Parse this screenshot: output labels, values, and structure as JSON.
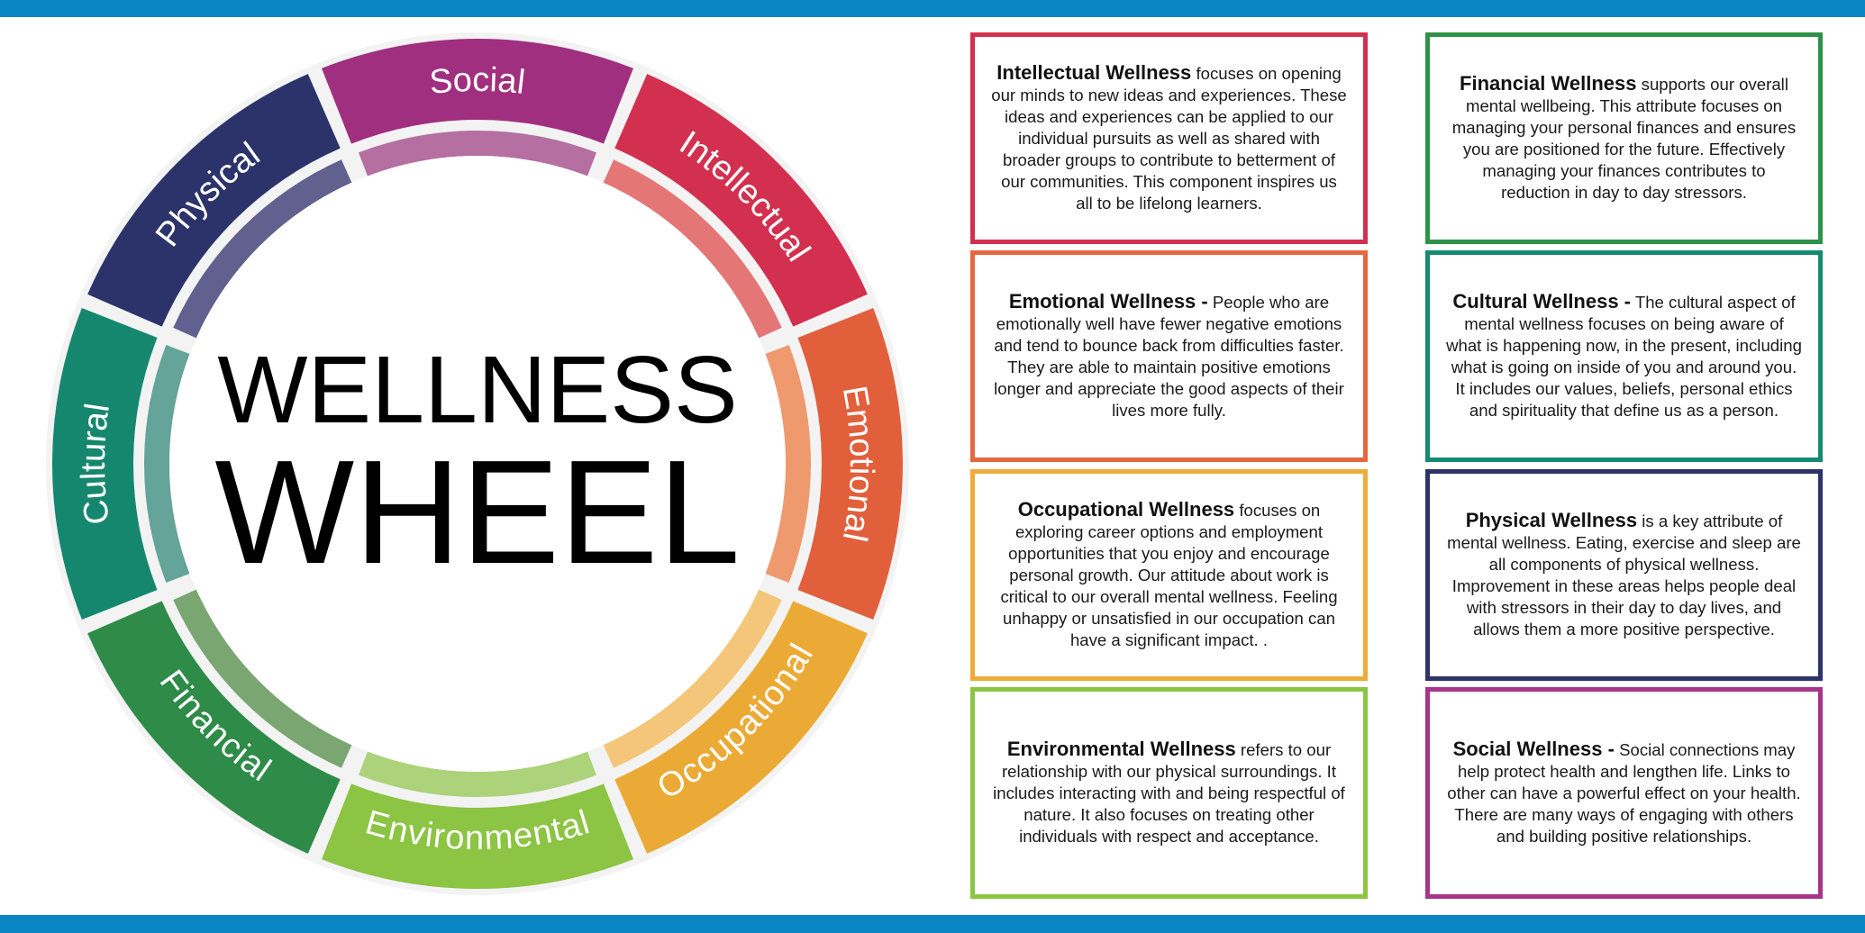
{
  "wheel": {
    "title_line1": "WELLNESS",
    "title_line2": "WHEEL",
    "segments": [
      {
        "label": "Social",
        "color": "#a0307f",
        "inner_color": "#b56fa0"
      },
      {
        "label": "Intellectual",
        "color": "#d3304f",
        "inner_color": "#e57676"
      },
      {
        "label": "Emotional",
        "color": "#e25f3c",
        "inner_color": "#ef9a6e"
      },
      {
        "label": "Occupational",
        "color": "#ebaa35",
        "inner_color": "#f3c67a"
      },
      {
        "label": "Environmental",
        "color": "#8cc443",
        "inner_color": "#acd27a"
      },
      {
        "label": "Financial",
        "color": "#2e8b48",
        "inner_color": "#7aa672"
      },
      {
        "label": "Cultural",
        "color": "#16876f",
        "inner_color": "#65a498"
      },
      {
        "label": "Physical",
        "color": "#2c336b",
        "inner_color": "#62608e"
      }
    ]
  },
  "cards": {
    "intellectual": {
      "color": "#d3304f",
      "heading": "Intellectual Wellness",
      "body": " focuses on opening our minds to new ideas and experiences.  These ideas and experiences can be applied to our individual pursuits as well as shared with broader groups to contribute to betterment of our communities.  This component inspires us all to be lifelong learners."
    },
    "emotional": {
      "color": "#e4683f",
      "heading": "Emotional Wellness -",
      "body": " People who are emotionally well have fewer negative emotions and tend to bounce back from difficulties faster.  They are able to maintain positive emotions longer and appreciate the good aspects of their lives more fully."
    },
    "occupational": {
      "color": "#eeab3a",
      "heading": "Occupational Wellness",
      "body": " focuses on exploring career options and employment opportunities that you enjoy and encourage personal growth.  Our attitude about work is critical to our overall mental wellness.  Feeling unhappy or unsatisfied in our occupation can have a significant impact.  ."
    },
    "environmental": {
      "color": "#8cc443",
      "heading": "Environmental Wellness",
      "body": " refers to our relationship with our physical surroundings.  It includes interacting with and being respectful of nature.  It also focuses on treating other individuals with respect and acceptance."
    },
    "financial": {
      "color": "#2e9148",
      "heading": "Financial Wellness",
      "body": " supports our overall mental wellbeing.  This attribute focuses on managing your personal finances and ensures you are positioned for the future.  Effectively managing your finances contributes to reduction in day to day stressors."
    },
    "cultural": {
      "color": "#148a73",
      "heading": "Cultural Wellness -",
      "body": " The cultural aspect of mental wellness focuses on being aware of what is happening now, in the present, including what is going on inside of you and around you.  It includes our values, beliefs, personal ethics and spirituality that define us as a person."
    },
    "physical": {
      "color": "#2c336b",
      "heading": "Physical Wellness",
      "body": " is a key attribute of mental wellness.  Eating, exercise and sleep are all components of physical wellness.  Improvement in these areas helps people deal with stressors in their day to day lives, and allows them a more positive perspective."
    },
    "social": {
      "color": "#a6358a",
      "heading": "Social Wellness -",
      "body": "  Social connections may help protect health and lengthen life.  Links to other can have a powerful effect on your health.  There are many ways of engaging with others and building positive relationships."
    }
  }
}
